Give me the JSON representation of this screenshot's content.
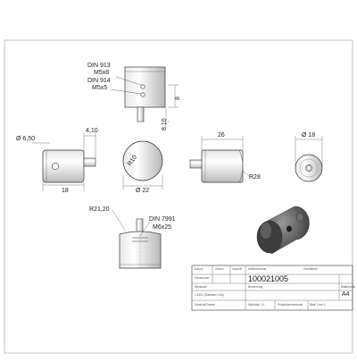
{
  "views": {
    "top": {
      "callout1": {
        "line1": "DIN 913",
        "line2": "M5x8"
      },
      "callout2": {
        "line1": "DIN 914",
        "line2": "M5x5"
      },
      "dims": {
        "d8": "8",
        "d810": "8,10"
      }
    },
    "front": {
      "dims": {
        "dia650": "Ø 6,50",
        "d410": "4,10",
        "d18": "18"
      }
    },
    "circle": {
      "dims": {
        "r10": "R10",
        "dia22": "Ø 22"
      }
    },
    "side": {
      "dims": {
        "d26": "26",
        "r28": "R28"
      }
    },
    "end": {
      "dims": {
        "dia18": "Ø 18"
      }
    },
    "bottom": {
      "dims": {
        "r2120": "R21,20"
      },
      "callout": {
        "line1": "DIN 7991",
        "line2": "M6x25"
      }
    }
  },
  "title_block": {
    "part_number": "100021005",
    "sheet_size": "A4",
    "tiny_texts": [
      "Datum",
      "Zeichn.",
      "Geprüft",
      "Gezeichnet",
      "Artikelnummer",
      "Benennung",
      "Werkstoff",
      "1.4301 (Edelstahl V2A)",
      "Gewicht/Gramm",
      "Maßstab: 1:1",
      "Blatt 1 von 1",
      "Oberfläche",
      "Blattformat",
      "Projektionsmethode"
    ]
  },
  "colors": {
    "line": "#333333",
    "dim": "#444444",
    "render_dark": "#4a4a4a",
    "render_mid": "#7c7c7c"
  }
}
